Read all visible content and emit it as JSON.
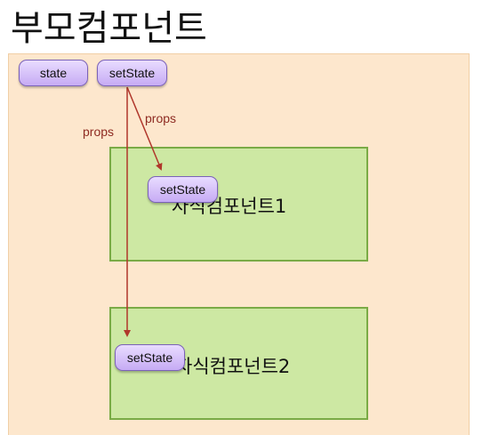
{
  "title": "부모컴포넌트",
  "parent_state": {
    "state_label": "state",
    "setstate_label": "setState"
  },
  "children": [
    {
      "label": "자식컴포넌트1",
      "setstate_label": "setState"
    },
    {
      "label": "자식컴포넌트2",
      "setstate_label": "setState"
    }
  ],
  "edges": [
    {
      "label": "props"
    },
    {
      "label": "props"
    }
  ],
  "colors": {
    "parent_fill": "#fde7cd",
    "child_fill": "#cde8a3",
    "child_border": "#7aab46",
    "pill_fill": "#d6c3fa",
    "arrow": "#b0372b"
  }
}
